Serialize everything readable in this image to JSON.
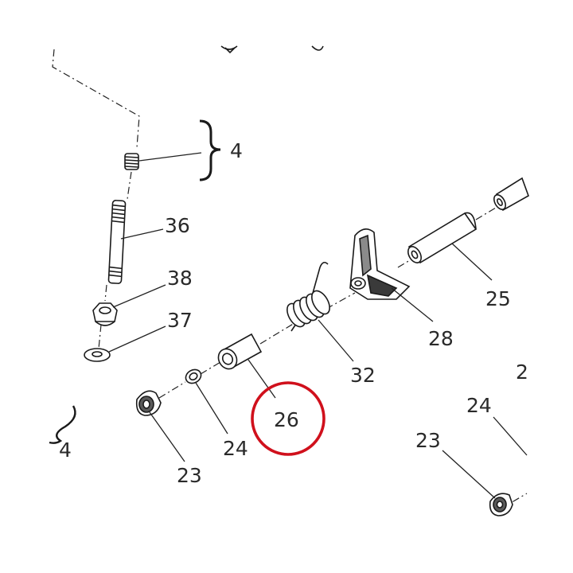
{
  "colors": {
    "ink": "#1a1a1a",
    "part_fill": "#ffffff",
    "part_shade": "#8a8a8a",
    "part_dark": "#3a3a3a",
    "highlight_ring": "#d0101c"
  },
  "highlight": {
    "target_label": "26"
  },
  "labels": {
    "spring_pin_4": "4",
    "stud_bolt": "36",
    "nut": "38",
    "washer_37": "37",
    "broken_ref_4": "4",
    "plug_left": "23",
    "washer_left": "24",
    "bushing": "26",
    "spring": "32",
    "lever": "28",
    "shaft": "25",
    "cut_off_label": "2",
    "washer_right": "24",
    "plug_right": "23"
  }
}
